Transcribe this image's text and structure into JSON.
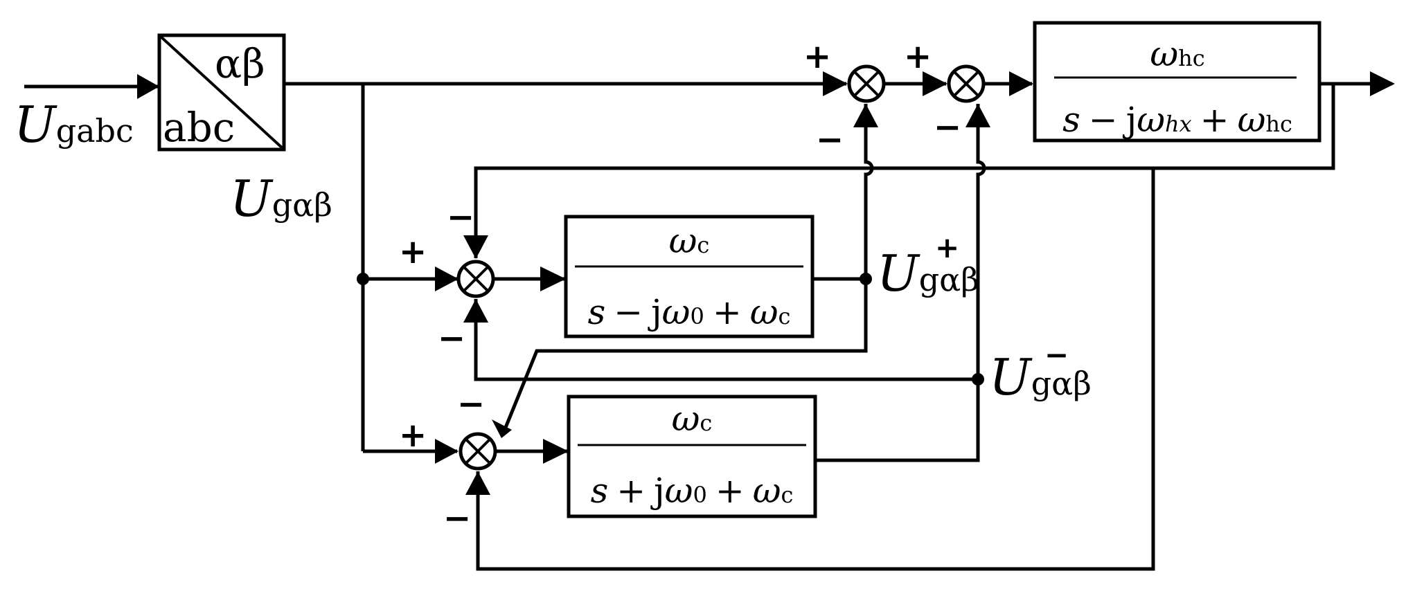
{
  "input": {
    "symbol": "U",
    "subscript": "gabc"
  },
  "transform_block": {
    "top_right": "αβ",
    "bottom_left": "abc"
  },
  "output_ab": {
    "symbol": "U",
    "subscript": "gαβ"
  },
  "hc_filter": {
    "numerator": {
      "symbol": "ω",
      "subscript": "hc"
    },
    "denominator": {
      "s": "s",
      "op1": "−",
      "j": "j",
      "w": "ω",
      "w_sub": "hx",
      "op2": "+",
      "w2": "ω",
      "w2_sub": "hc"
    }
  },
  "pos_filter": {
    "numerator": {
      "symbol": "ω",
      "subscript": "c"
    },
    "denominator": {
      "s": "s",
      "op1": "−",
      "j": "j",
      "w": "ω",
      "w_sub": "0",
      "op2": "+",
      "w2": "ω",
      "w2_sub": "c"
    }
  },
  "neg_filter": {
    "numerator": {
      "symbol": "ω",
      "subscript": "c"
    },
    "denominator": {
      "s": "s",
      "op1": "+",
      "j": "j",
      "w": "ω",
      "w_sub": "0",
      "op2": "+",
      "w2": "ω",
      "w2_sub": "c"
    }
  },
  "pos_output": {
    "symbol": "U",
    "subscript": "gαβ",
    "superscript": "+"
  },
  "neg_output": {
    "symbol": "U",
    "subscript": "gαβ",
    "superscript": "−"
  },
  "signs": {
    "plus": "+",
    "minus": "−"
  }
}
